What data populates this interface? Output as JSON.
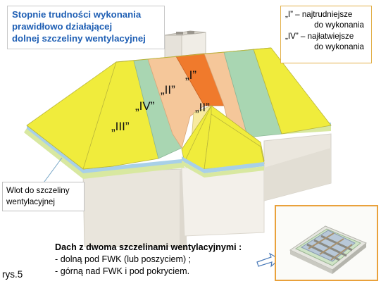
{
  "title": {
    "line1": "Stopnie trudności wykonania",
    "line2": "prawidłowo działającej",
    "line3": "dolnej szczeliny wentylacyjnej"
  },
  "legend": {
    "line1": "„I” – najtrudniejsze",
    "line2": "do wykonania",
    "line3": "„IV” – najłatwiejsze",
    "line4": "do wykonania"
  },
  "grades": {
    "iii": "„III”",
    "iv": "„IV”",
    "ii_left": "„II”",
    "i": "„I”",
    "ii_right": "„II”"
  },
  "inlet_label": {
    "line1": "Wlot do szczeliny",
    "line2": "wentylacyjnej"
  },
  "caption": {
    "heading": "Dach z dwoma szczelinami wentylacyjnymi :",
    "item1": "- dolną pod FWK (lub poszyciem) ;",
    "item2": "- górną nad FWK i pod pokryciem."
  },
  "figure_label": "rys.5",
  "colors": {
    "grade_iii": "#f0ec3c",
    "grade_iv": "#a9d6b2",
    "grade_ii": "#f5c79a",
    "grade_i": "#f07a2c",
    "grade_ii_light": "#f8eaa0",
    "wall": "#ece8df",
    "frame": "#e9a13b",
    "title_text": "#1f5fb4"
  }
}
